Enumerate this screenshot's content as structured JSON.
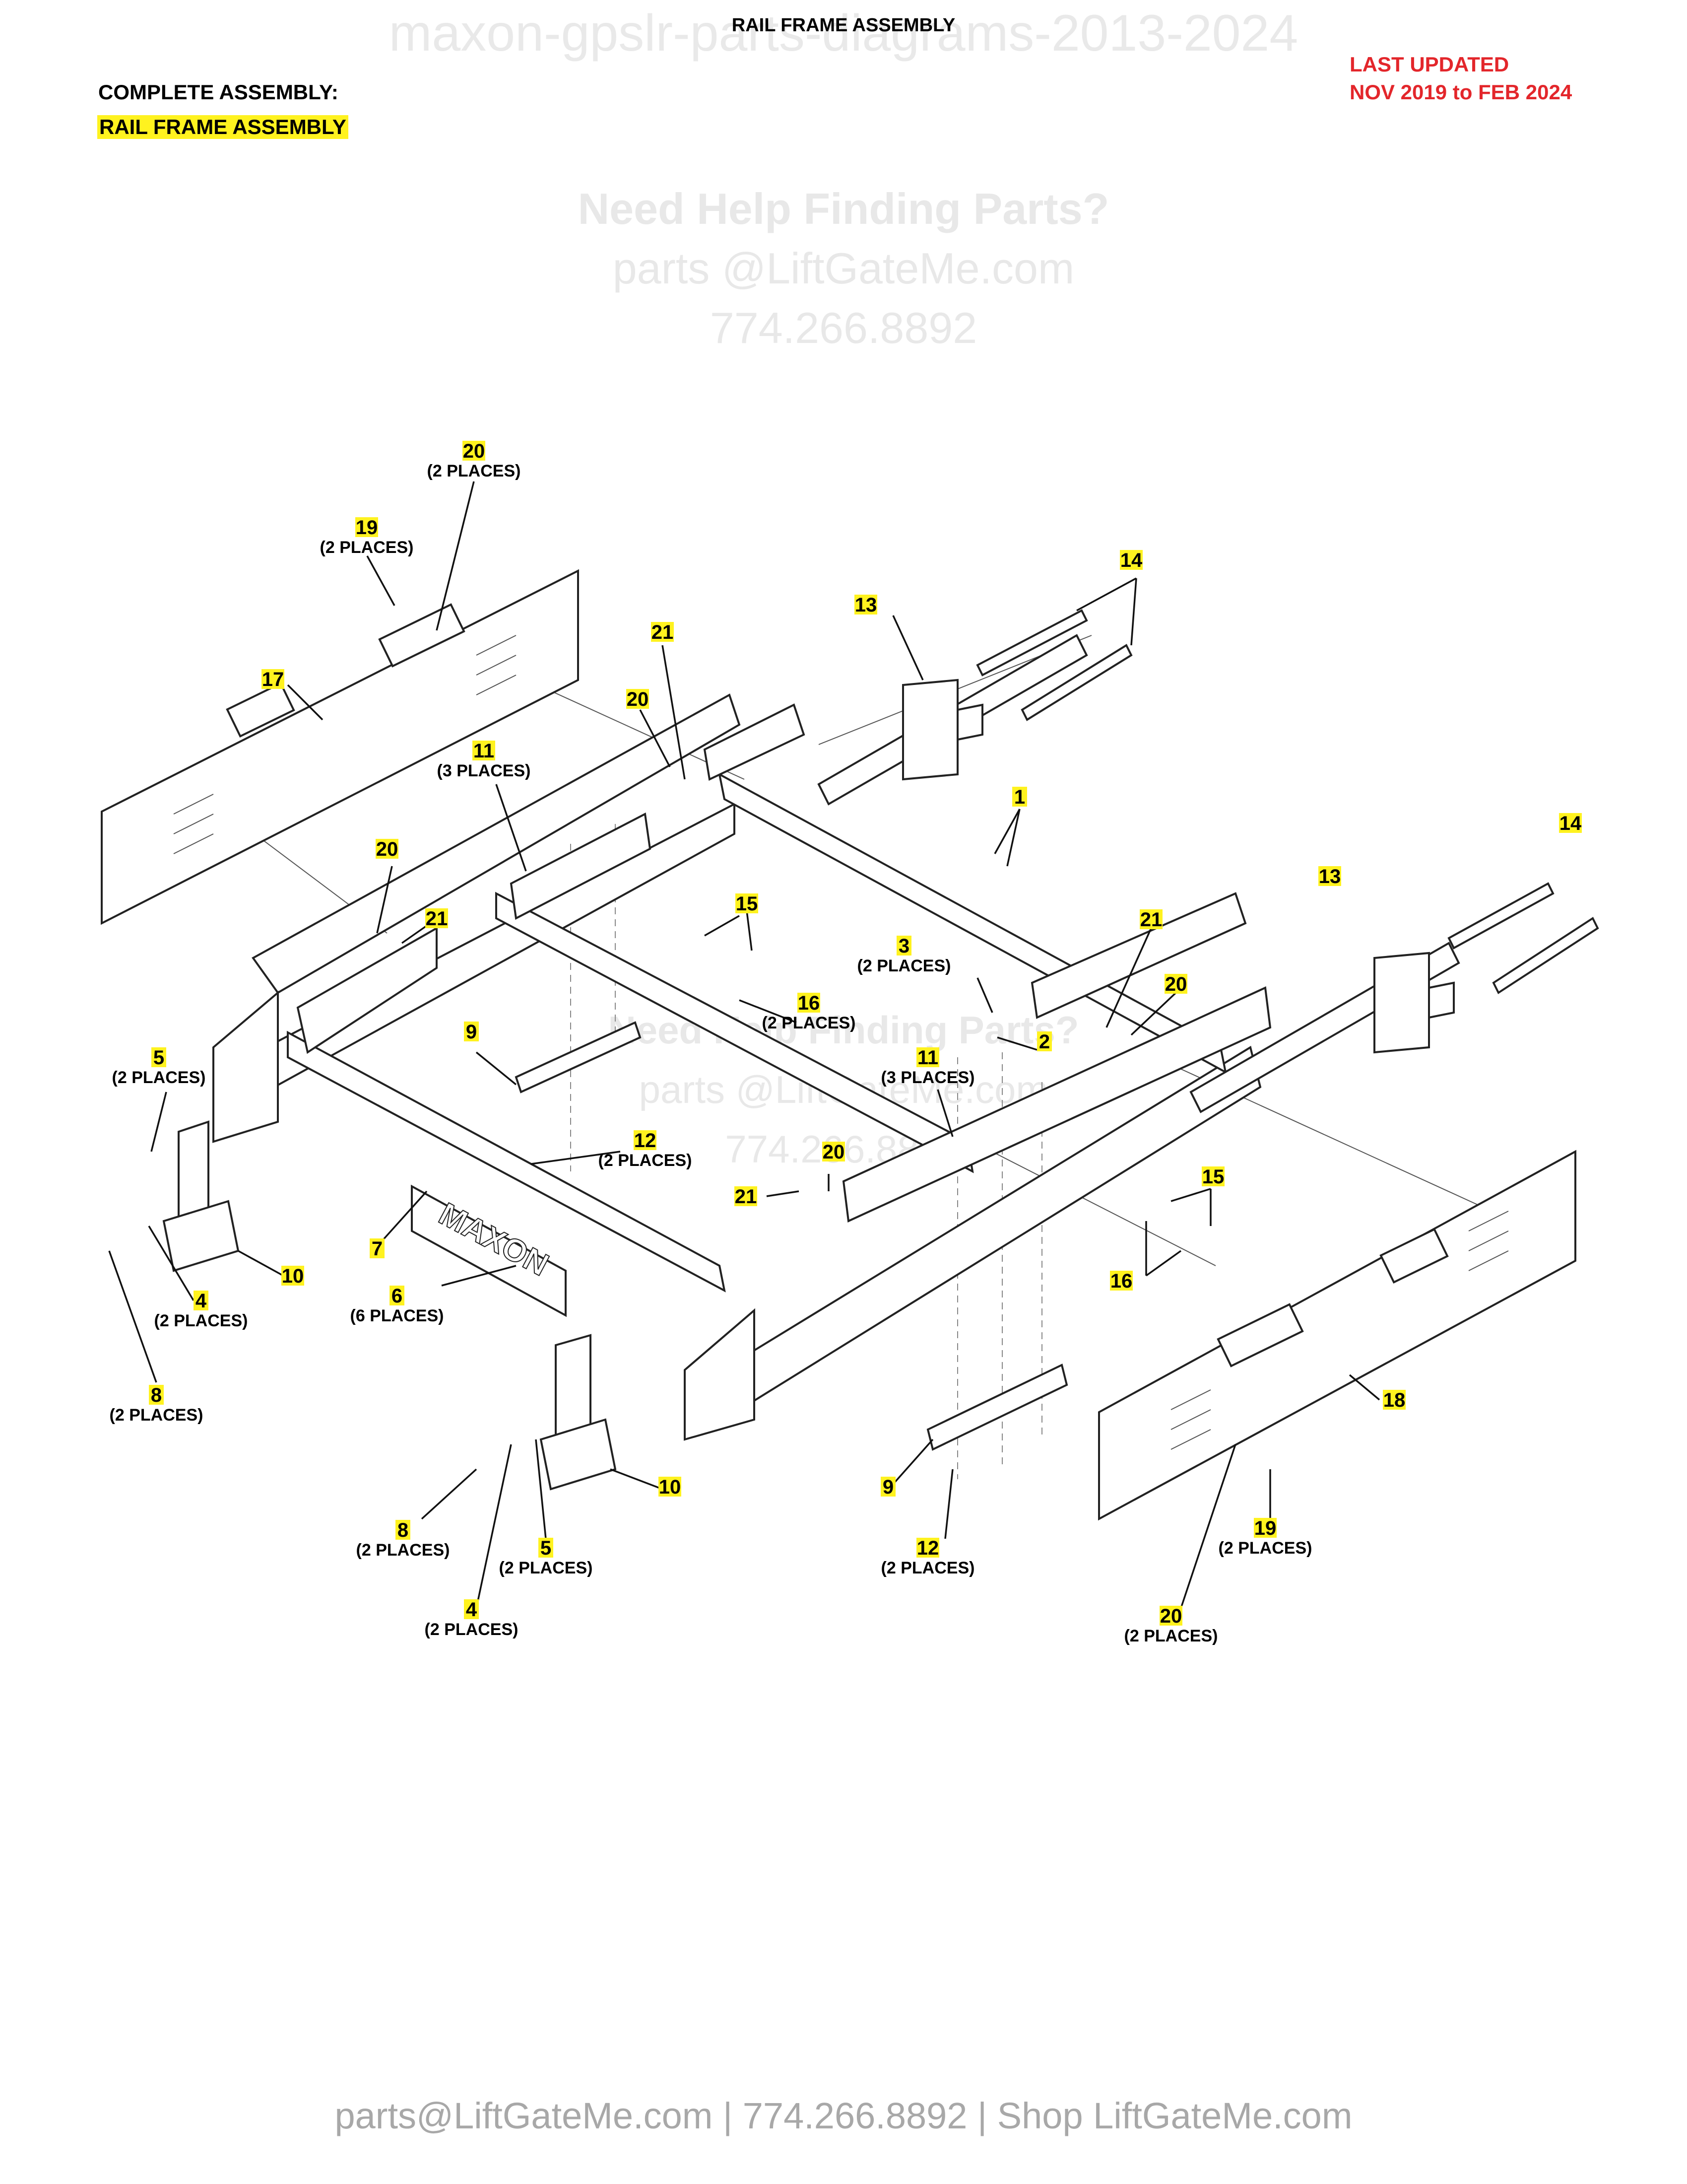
{
  "header": {
    "title": "RAIL FRAME ASSEMBLY",
    "watermark": "maxon-gpslr-parts-diagrams-2013-2024",
    "complete_label": "COMPLETE ASSEMBLY:",
    "complete_value": "RAIL FRAME ASSEMBLY",
    "updated_line1": "LAST UPDATED",
    "updated_line2": "NOV 2019 to FEB 2024"
  },
  "watermark_center": {
    "line1": "Need Help Finding Parts?",
    "line2": "parts @LiftGateMe.com",
    "line3": "774.266.8892"
  },
  "brand_plate_text": "MAXON",
  "footer": {
    "text": "parts@LiftGateMe.com | 774.266.8892 | Shop LiftGateMe.com"
  },
  "colors": {
    "highlight": "#fff21f",
    "update_red": "#e3262b",
    "watermark": "#e8e8e8",
    "footer_gray": "#a8a8a8"
  },
  "callouts": [
    {
      "num": "20",
      "sub": "(2 PLACES)"
    },
    {
      "num": "19",
      "sub": "(2 PLACES)"
    },
    {
      "num": "17",
      "sub": ""
    },
    {
      "num": "21",
      "sub": ""
    },
    {
      "num": "20",
      "sub": ""
    },
    {
      "num": "11",
      "sub": "(3 PLACES)"
    },
    {
      "num": "13",
      "sub": ""
    },
    {
      "num": "14",
      "sub": ""
    },
    {
      "num": "1",
      "sub": ""
    },
    {
      "num": "15",
      "sub": ""
    },
    {
      "num": "20",
      "sub": ""
    },
    {
      "num": "21",
      "sub": ""
    },
    {
      "num": "3",
      "sub": "(2 PLACES)"
    },
    {
      "num": "16",
      "sub": "(2 PLACES)"
    },
    {
      "num": "13",
      "sub": ""
    },
    {
      "num": "14",
      "sub": ""
    },
    {
      "num": "21",
      "sub": ""
    },
    {
      "num": "20",
      "sub": ""
    },
    {
      "num": "2",
      "sub": ""
    },
    {
      "num": "9",
      "sub": ""
    },
    {
      "num": "5",
      "sub": "(2 PLACES)"
    },
    {
      "num": "11",
      "sub": "(3 PLACES)"
    },
    {
      "num": "12",
      "sub": "(2 PLACES)"
    },
    {
      "num": "20",
      "sub": ""
    },
    {
      "num": "21",
      "sub": ""
    },
    {
      "num": "15",
      "sub": ""
    },
    {
      "num": "7",
      "sub": ""
    },
    {
      "num": "16",
      "sub": ""
    },
    {
      "num": "10",
      "sub": ""
    },
    {
      "num": "4",
      "sub": "(2 PLACES)"
    },
    {
      "num": "6",
      "sub": "(6 PLACES)"
    },
    {
      "num": "18",
      "sub": ""
    },
    {
      "num": "8",
      "sub": "(2 PLACES)"
    },
    {
      "num": "10",
      "sub": ""
    },
    {
      "num": "9",
      "sub": ""
    },
    {
      "num": "8",
      "sub": "(2 PLACES)"
    },
    {
      "num": "5",
      "sub": "(2 PLACES)"
    },
    {
      "num": "12",
      "sub": "(2 PLACES)"
    },
    {
      "num": "19",
      "sub": "(2 PLACES)"
    },
    {
      "num": "4",
      "sub": "(2 PLACES)"
    },
    {
      "num": "20",
      "sub": "(2 PLACES)"
    }
  ]
}
